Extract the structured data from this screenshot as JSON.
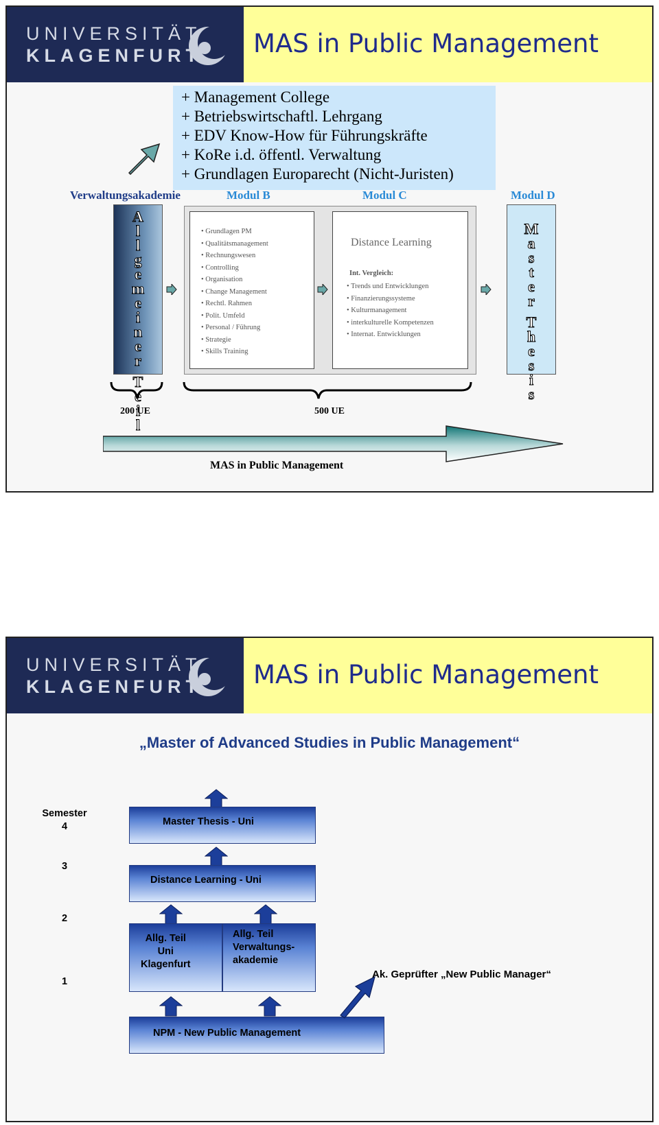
{
  "logo": {
    "line1": "UNIVERSITÄT",
    "line2": "KLAGENFURT"
  },
  "colors": {
    "header_bg": "#ffff99",
    "logo_bg": "#1e2a55",
    "title": "#1f2b8c",
    "module": "#2a8ad6",
    "addon_box": "#cce7fb",
    "bar_blue": "#1c3e9a"
  },
  "slide1": {
    "title": "MAS in Public Management",
    "additions": [
      "+ Management College",
      "+ Betriebswirtschaftl. Lehrgang",
      "+ EDV Know-How für Führungskräfte",
      "+ KoRe i.d. öffentl. Verwaltung",
      "+ Grundlagen Europarecht (Nicht-Juristen)"
    ],
    "modules": {
      "a": "Verwaltungsakademie",
      "b": "Modul B",
      "c": "Modul C",
      "d": "Modul D"
    },
    "left_column": "Allgemeiner Teil",
    "right_column": "Master Thesis",
    "module_b_items": [
      "Grundlagen PM",
      "Qualitätsmanagement",
      "Rechnungswesen",
      "Controlling",
      "Organisation",
      "Change Management",
      "Rechtl. Rahmen",
      "Polit. Umfeld",
      "Personal / Führung",
      "Strategie",
      "Skills Training"
    ],
    "module_c_title": "Distance Learning",
    "module_c_heading": "Int. Vergleich:",
    "module_c_items": [
      "Trends und Entwicklungen",
      "Finanzierungssysteme",
      "Kulturmanagement",
      "interkulturelle Kompetenzen",
      "Internat. Entwicklungen"
    ],
    "ue_left": "200  UE",
    "ue_right": "500 UE",
    "arrow_label": "MAS in Public Management"
  },
  "slide2": {
    "title": "MAS in Public Management",
    "subtitle": "„Master of Advanced Studies in Public Management“",
    "semester_word": "Semester",
    "sem4": "4",
    "sem3": "3",
    "sem2": "2",
    "sem1": "1",
    "bar_thesis": "Master Thesis - Uni",
    "bar_distance": "Distance Learning - Uni",
    "bar_allg_uni": "Allg. Teil\nUni\nKlagenfurt",
    "bar_allg_va": "Allg. Teil\nVerwaltungs-\nakademie",
    "bar_npm": "NPM - New Public Management",
    "ak_label": "Ak. Geprüfter „New Public Manager“"
  }
}
